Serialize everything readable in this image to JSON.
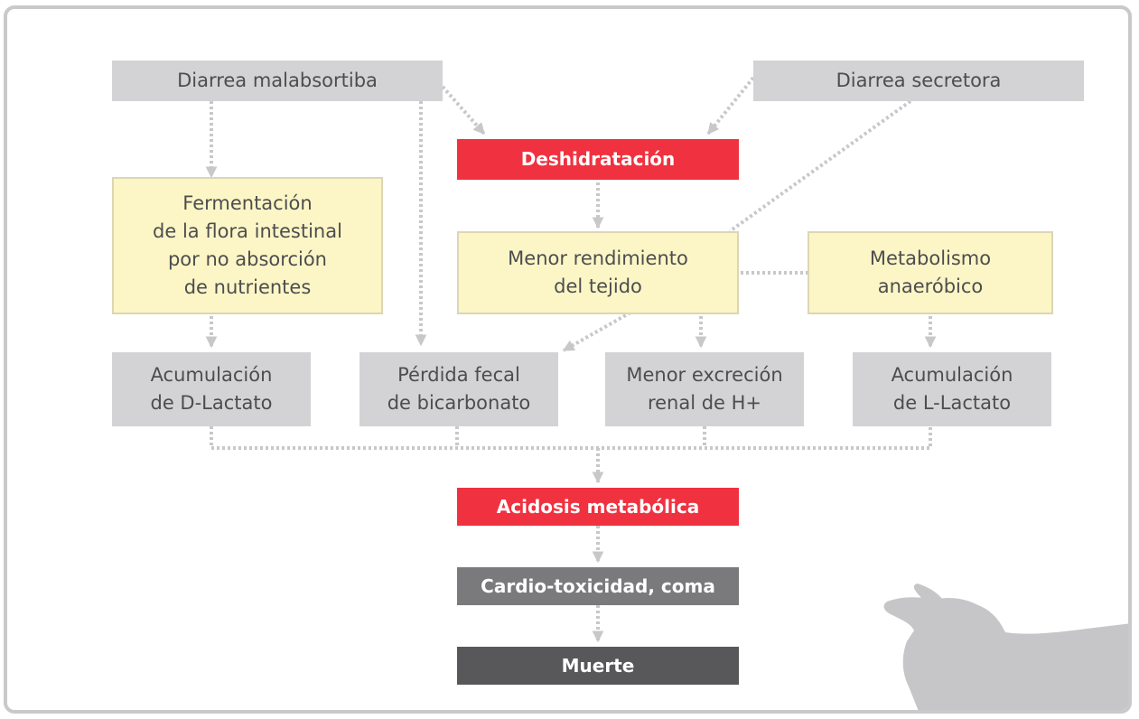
{
  "nodes": {
    "diarrea_malabsortiba": "Diarrea malabsortiba",
    "diarrea_secretora": "Diarrea secretora",
    "deshidratacion": "Deshidratación",
    "fermentacion": "Fermentación\nde la flora intestinal\npor no absorción\nde nutrientes",
    "menor_rendimiento": "Menor rendimiento\ndel tejido",
    "metabolismo": "Metabolismo\nanaeróbico",
    "acumulacion_d": "Acumulación\nde D-Lactato",
    "perdida_fecal": "Pérdida fecal\nde bicarbonato",
    "menor_excrecion": "Menor excreción\nrenal de H+",
    "acumulacion_l": "Acumulación\nde L-Lactato",
    "acidosis": "Acidosis metabólica",
    "cardio": "Cardio-toxicidad, coma",
    "muerte": "Muerte"
  },
  "colors": {
    "frame": "#c9c9cb",
    "gray_box": "#d3d3d5",
    "yellow_box": "#fcf6c6",
    "red_box": "#f0313f",
    "midgray_box": "#7a7a7d",
    "dark_box": "#58585a",
    "connector": "#c8c8ca"
  },
  "decoration": {
    "icon": "cow-silhouette-icon"
  }
}
